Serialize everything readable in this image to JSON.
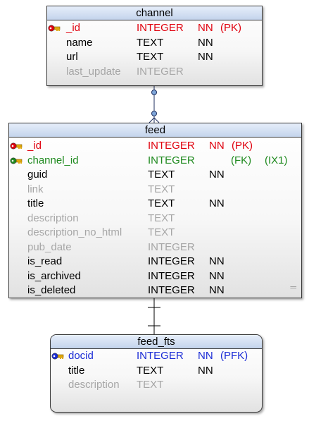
{
  "entities": {
    "channel": {
      "title": "channel",
      "rows": [
        {
          "name": "_id",
          "type": "INTEGER",
          "nn": "NN",
          "pk": "(PK)",
          "role": "pk"
        },
        {
          "name": "name",
          "type": "TEXT",
          "nn": "NN",
          "role": "plain"
        },
        {
          "name": "url",
          "type": "TEXT",
          "nn": "NN",
          "role": "plain"
        },
        {
          "name": "last_update",
          "type": "INTEGER",
          "role": "nullable"
        }
      ]
    },
    "feed": {
      "title": "feed",
      "rows": [
        {
          "name": "_id",
          "type": "INTEGER",
          "nn": "NN",
          "pk": "(PK)",
          "role": "pk"
        },
        {
          "name": "channel_id",
          "type": "INTEGER",
          "fk": "(FK)",
          "ix": "(IX1)",
          "role": "fk"
        },
        {
          "name": "guid",
          "type": "TEXT",
          "nn": "NN",
          "role": "plain"
        },
        {
          "name": "link",
          "type": "TEXT",
          "role": "nullable"
        },
        {
          "name": "title",
          "type": "TEXT",
          "nn": "NN",
          "role": "plain"
        },
        {
          "name": "description",
          "type": "TEXT",
          "role": "nullable"
        },
        {
          "name": "description_no_html",
          "type": "TEXT",
          "role": "nullable"
        },
        {
          "name": "pub_date",
          "type": "INTEGER",
          "role": "nullable"
        },
        {
          "name": "is_read",
          "type": "INTEGER",
          "nn": "NN",
          "role": "plain"
        },
        {
          "name": "is_archived",
          "type": "INTEGER",
          "nn": "NN",
          "role": "plain"
        },
        {
          "name": "is_deleted",
          "type": "INTEGER",
          "nn": "NN",
          "role": "plain"
        }
      ],
      "overflow_mark": "═"
    },
    "feed_fts": {
      "title": "feed_fts",
      "rows": [
        {
          "name": "docid",
          "type": "INTEGER",
          "nn": "NN",
          "pk": "(PFK)",
          "role": "pfk"
        },
        {
          "name": "title",
          "type": "TEXT",
          "nn": "NN",
          "role": "plain"
        },
        {
          "name": "description",
          "type": "TEXT",
          "role": "nullable"
        }
      ]
    }
  },
  "relationships": [
    {
      "from": "channel",
      "to": "feed",
      "from_end": "zero-or-one",
      "to_end": "zero-or-many"
    },
    {
      "from": "feed",
      "to": "feed_fts",
      "from_end": "exactly-one",
      "to_end": "exactly-one"
    }
  ],
  "colors": {
    "pk": "#e0000d",
    "fk": "#1f8a1f",
    "pfk": "#1a2bd6",
    "nullable": "#a6a6a6",
    "header": "#c4d4ec",
    "key_gold": "#e0a80a"
  },
  "icons": {
    "pk": "key-gold-red-icon",
    "fk": "key-gold-green-icon",
    "pfk": "key-gold-blue-icon"
  }
}
